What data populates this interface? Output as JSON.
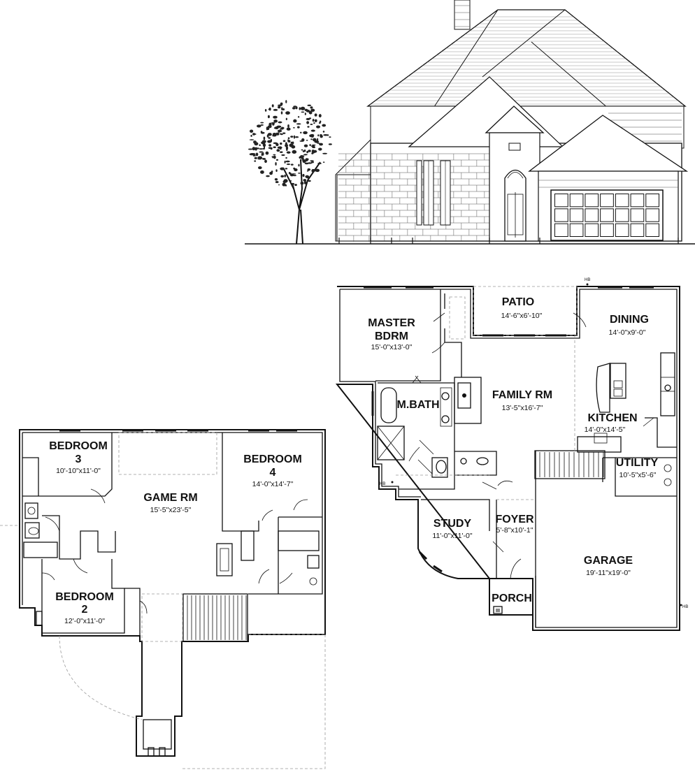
{
  "elevation": {
    "garage_door": {
      "rows": 3,
      "columns": 7
    }
  },
  "first_floor": {
    "rooms": [
      {
        "key": "patio",
        "name": "PATIO",
        "dims": "14'-6\"x6'-10\""
      },
      {
        "key": "master",
        "name_lines": [
          "MASTER",
          "BDRM"
        ],
        "dims": "15'-0\"x13'-0\""
      },
      {
        "key": "dining",
        "name": "DINING",
        "dims": "14'-0\"x9'-0\""
      },
      {
        "key": "mbath",
        "name": "M.BATH"
      },
      {
        "key": "family",
        "name": "FAMILY RM",
        "dims": "13'-5\"x16'-7\""
      },
      {
        "key": "kitchen",
        "name": "KITCHEN",
        "dims": "14'-0\"x14'-5\""
      },
      {
        "key": "utility",
        "name": "UTILITY",
        "dims": "10'-5\"x5'-6\""
      },
      {
        "key": "study",
        "name": "STUDY",
        "dims": "11'-0\"x11'-0\""
      },
      {
        "key": "foyer",
        "name": "FOYER",
        "dims": "5'-8\"x10'-1\""
      },
      {
        "key": "garage",
        "name": "GARAGE",
        "dims": "19'-11\"x19'-0\""
      },
      {
        "key": "porch",
        "name": "PORCH"
      }
    ],
    "hb_marks": [
      "HB",
      "HB",
      "HB"
    ]
  },
  "second_floor": {
    "rooms": [
      {
        "key": "bed3",
        "name_lines": [
          "BEDROOM",
          "3"
        ],
        "dims": "10'-10\"x11'-0\""
      },
      {
        "key": "game",
        "name": "GAME RM",
        "dims": "15'-5\"x23'-5\""
      },
      {
        "key": "bed4",
        "name_lines": [
          "BEDROOM",
          "4"
        ],
        "dims": "14'-0\"x14'-7\""
      },
      {
        "key": "bed2",
        "name_lines": [
          "BEDROOM",
          "2"
        ],
        "dims": "12'-0\"x11'-0\""
      }
    ]
  }
}
